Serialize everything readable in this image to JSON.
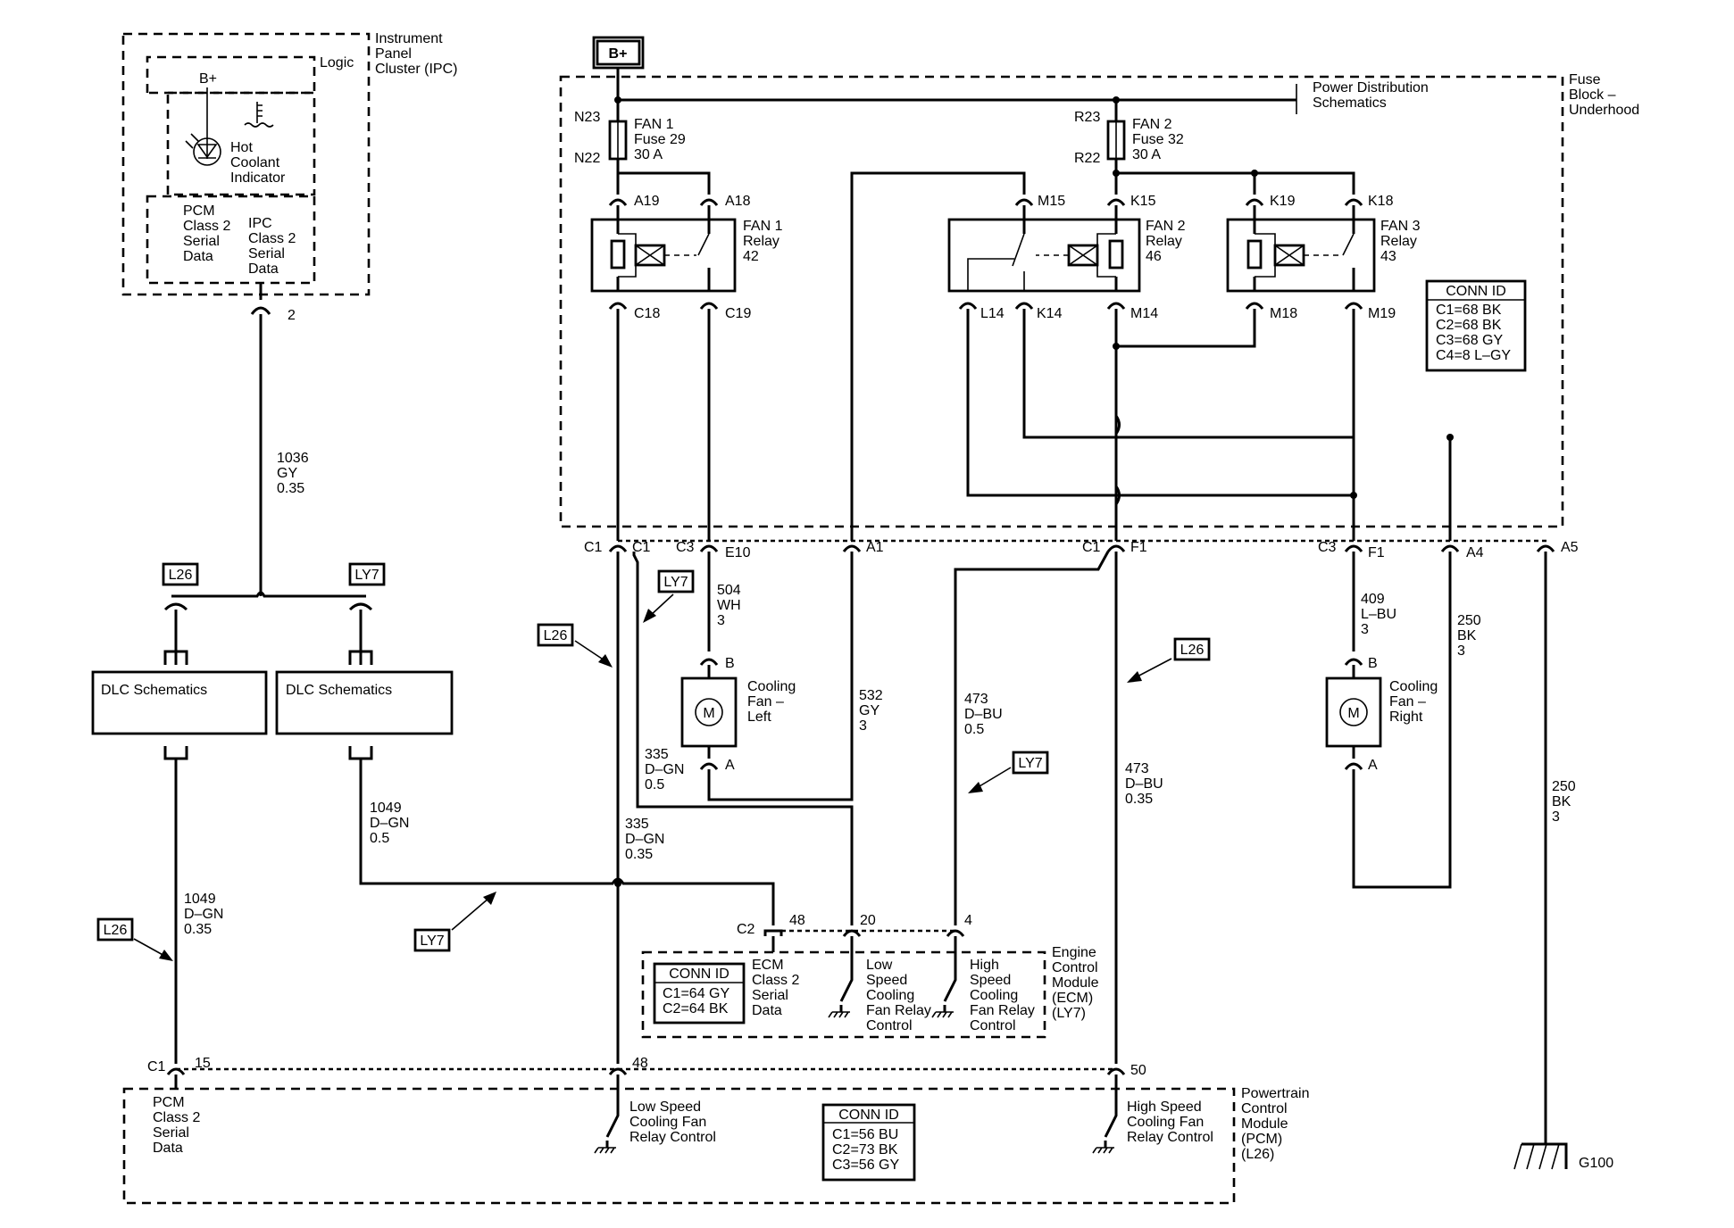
{
  "battery": "B+",
  "ipc": {
    "title_lines": [
      "Instrument",
      "Panel",
      "Cluster (IPC)"
    ],
    "logic": "Logic",
    "bplus": "B+",
    "indicator_lines": [
      "Hot",
      "Coolant",
      "Indicator"
    ],
    "pcm_serial_lines": [
      "PCM",
      "Class 2",
      "Serial",
      "Data"
    ],
    "ipc_serial_lines": [
      "IPC",
      "Class 2",
      "Serial",
      "Data"
    ],
    "pin": "2"
  },
  "fuse_block": {
    "title_lines": [
      "Fuse",
      "Block –",
      "Underhood"
    ],
    "power_dist_lines": [
      "Power Distribution",
      "Schematics"
    ],
    "fuse1": {
      "top": "N23",
      "bottom": "N22",
      "lines": [
        "FAN 1",
        "Fuse 29",
        "30 A"
      ]
    },
    "fuse2": {
      "top": "R23",
      "bottom": "R22",
      "lines": [
        "FAN 2",
        "Fuse 32",
        "30 A"
      ]
    },
    "relay1": {
      "lines": [
        "FAN 1",
        "Relay",
        "42"
      ],
      "pins": [
        "A19",
        "A18",
        "C18",
        "C19"
      ]
    },
    "relay2": {
      "lines": [
        "FAN 2",
        "Relay",
        "46"
      ],
      "pins": [
        "M15",
        "K15",
        "L14",
        "K14",
        "M14"
      ]
    },
    "relay3": {
      "lines": [
        "FAN 3",
        "Relay",
        "43"
      ],
      "pins": [
        "K19",
        "K18",
        "M18",
        "M19"
      ]
    },
    "conn_id": {
      "title": "CONN ID",
      "items": [
        "C1=68 BK",
        "C2=68 BK",
        "C3=68 GY",
        "C4=8 L–GY"
      ]
    },
    "bottom_pins": [
      "C1",
      "C1",
      "C3",
      "E10",
      "A1",
      "C1",
      "F1",
      "C3",
      "F1",
      "A4",
      "A5"
    ]
  },
  "tags": {
    "l26": "L26",
    "ly7": "LY7"
  },
  "dlc": {
    "left": "DLC Schematics",
    "right": "DLC Schematics"
  },
  "wires": {
    "w1036": [
      "1036",
      "GY",
      "0.35"
    ],
    "w504": [
      "504",
      "WH",
      "3"
    ],
    "w532": [
      "532",
      "GY",
      "3"
    ],
    "w473a": [
      "473",
      "D–BU",
      "0.5"
    ],
    "w473b": [
      "473",
      "D–BU",
      "0.35"
    ],
    "w409": [
      "409",
      "L–BU",
      "3"
    ],
    "w250a": [
      "250",
      "BK",
      "3"
    ],
    "w250b": [
      "250",
      "BK",
      "3"
    ],
    "w335a": [
      "335",
      "D–GN",
      "0.5"
    ],
    "w335b": [
      "335",
      "D–GN",
      "0.35"
    ],
    "w1049a": [
      "1049",
      "D–GN",
      "0.5"
    ],
    "w1049b": [
      "1049",
      "D–GN",
      "0.35"
    ]
  },
  "fan_left": {
    "pin_top": "B",
    "pin_bottom": "A",
    "symbol": "M",
    "lines": [
      "Cooling",
      "Fan –",
      "Left"
    ]
  },
  "fan_right": {
    "pin_top": "B",
    "pin_bottom": "A",
    "symbol": "M",
    "lines": [
      "Cooling",
      "Fan –",
      "Right"
    ]
  },
  "ecm": {
    "title_lines": [
      "Engine",
      "Control",
      "Module",
      "(ECM)",
      "(LY7)"
    ],
    "conn_id": {
      "title": "CONN ID",
      "items": [
        "C1=64 GY",
        "C2=64 BK"
      ]
    },
    "serial_lines": [
      "ECM",
      "Class 2",
      "Serial",
      "Data"
    ],
    "low_lines": [
      "Low",
      "Speed",
      "Cooling",
      "Fan Relay",
      "Control"
    ],
    "high_lines": [
      "High",
      "Speed",
      "Cooling",
      "Fan Relay",
      "Control"
    ],
    "pins": [
      "C2",
      "48",
      "20",
      "4"
    ]
  },
  "pcm": {
    "title_lines": [
      "Powertrain",
      "Control",
      "Module",
      "(PCM)",
      "(L26)"
    ],
    "conn_id": {
      "title": "CONN ID",
      "items": [
        "C1=56 BU",
        "C2=73 BK",
        "C3=56 GY"
      ]
    },
    "serial_lines": [
      "PCM",
      "Class 2",
      "Serial",
      "Data"
    ],
    "low_lines": [
      "Low Speed",
      "Cooling Fan",
      "Relay Control"
    ],
    "high_lines": [
      "High Speed",
      "Cooling Fan",
      "Relay Control"
    ],
    "pins": [
      "C1",
      "15",
      "48",
      "50"
    ]
  },
  "ground": "G100"
}
